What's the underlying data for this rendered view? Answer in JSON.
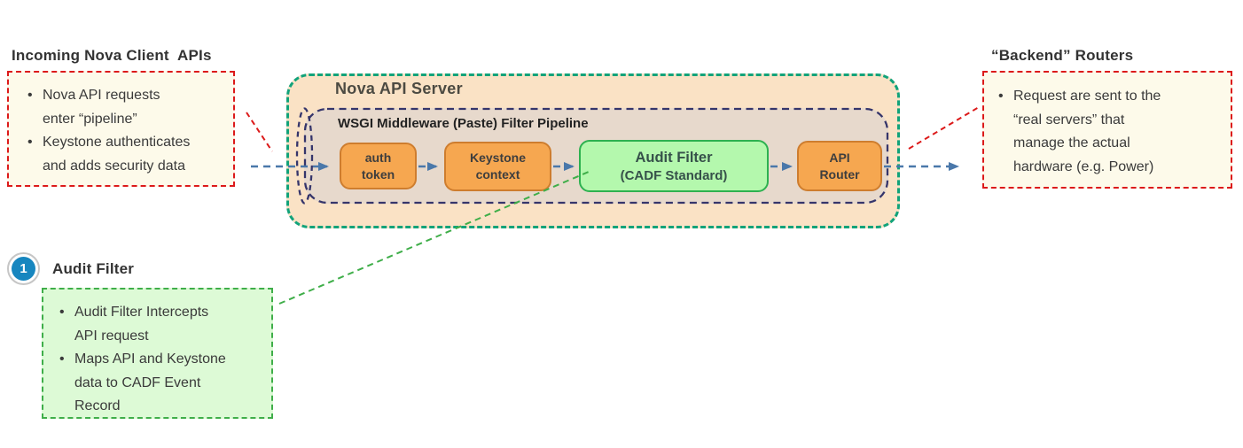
{
  "palette": {
    "flow_arrow_blue": "#4A78AA",
    "callout_red": "#DC1A1A",
    "callout_green": "#3FAE49",
    "server_border_green": "#12A37A",
    "server_fill": "#FAE2C5",
    "pipeline_border_navy": "#35356B",
    "pipeline_fill": "#E7D9CC",
    "stage_orange_fill": "#F6A750",
    "stage_orange_border": "#CE7D2E",
    "stage_green_fill": "#B4F8AD",
    "stage_green_border": "#2DB150",
    "note_cream_fill": "#FDFAEA",
    "note_green_fill": "#DDFAD6",
    "badge_blue": "#1786BF"
  },
  "incoming": {
    "heading": "Incoming Nova Client  APIs",
    "bullet_glyph": "•",
    "items": [
      {
        "l1": "Nova API requests",
        "l2": "enter “pipeline”"
      },
      {
        "l1": "Keystone authenticates",
        "l2": "and adds security data"
      }
    ]
  },
  "server": {
    "title": "Nova API Server",
    "pipeline_title": "WSGI Middleware (Paste) Filter Pipeline",
    "stages": [
      {
        "l1": "auth",
        "l2": "token"
      },
      {
        "l1": "Keystone",
        "l2": "context"
      },
      {
        "l1": "Audit Filter",
        "l2": "(CADF Standard)"
      },
      {
        "l1": "API",
        "l2": "Router"
      }
    ]
  },
  "backend": {
    "heading": "“Backend” Routers",
    "bullet_glyph": "•",
    "item": {
      "l1": "Request are sent to the",
      "l2": "“real servers” that",
      "l3": "manage the actual",
      "l4": "hardware (e.g. Power)"
    }
  },
  "callout": {
    "number": "1",
    "heading": "Audit Filter",
    "bullet_glyph": "•",
    "items": [
      {
        "l1": "Audit Filter Intercepts",
        "l2": "API request"
      },
      {
        "l1": "Maps API and Keystone",
        "l2": "data to CADF Event",
        "l3": "Record"
      }
    ]
  }
}
